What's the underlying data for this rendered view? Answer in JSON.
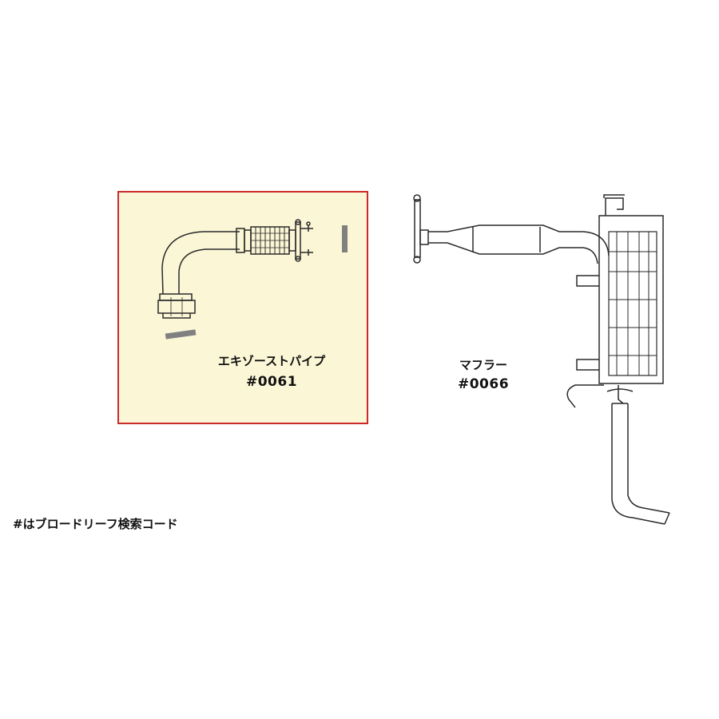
{
  "colors": {
    "page_background": "#ffffff",
    "highlight_fill": "#fbf6d6",
    "highlight_border": "#cc2a2a",
    "line_art": "#2a2a2a",
    "marker": "#808080"
  },
  "parts": [
    {
      "name": "エキゾーストパイプ",
      "code": "#0061",
      "highlighted": true
    },
    {
      "name": "マフラー",
      "code": "#0066",
      "highlighted": false
    }
  ],
  "footnote": "#はブロードリーフ検索コード"
}
